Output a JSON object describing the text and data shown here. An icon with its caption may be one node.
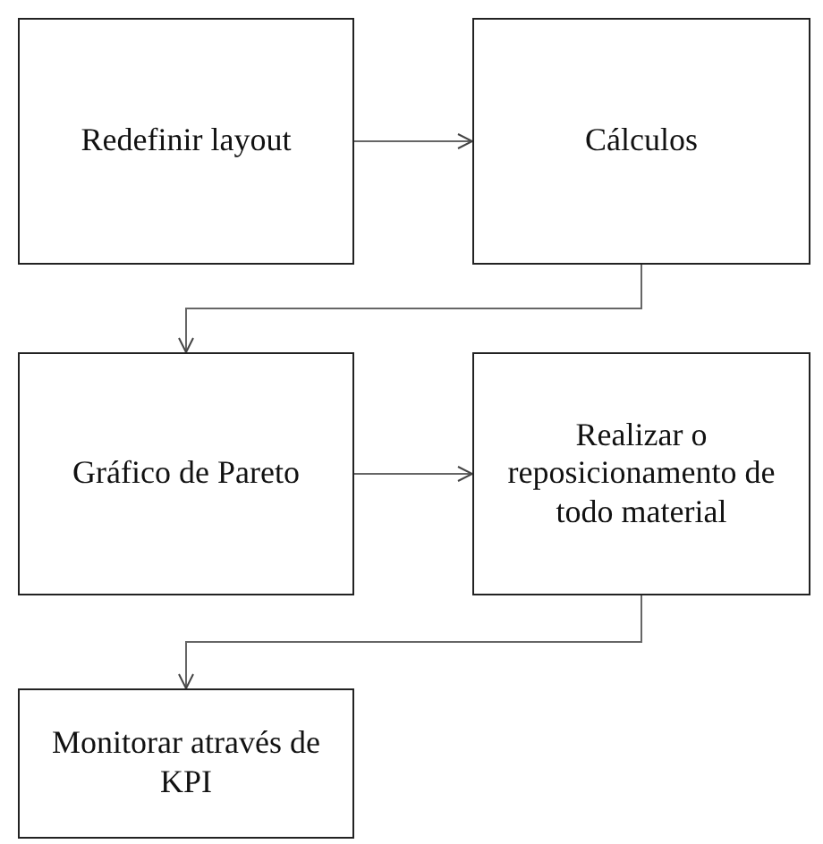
{
  "diagram": {
    "nodes": [
      {
        "text": [
          "Redefinir layout"
        ]
      },
      {
        "text": [
          "Cálculos"
        ]
      },
      {
        "text": [
          "Gráfico de Pareto"
        ]
      },
      {
        "text": [
          "Realizar o reposicionamento de todo material"
        ]
      },
      {
        "text": [
          "Monitorar através de KPI"
        ]
      }
    ],
    "edges": [
      {
        "from": 0,
        "to": 1,
        "arrow": "to"
      },
      {
        "from": 1,
        "to": 2,
        "arrow": "to"
      },
      {
        "from": 2,
        "to": 3,
        "arrow": "to"
      },
      {
        "from": 3,
        "to": 4,
        "arrow": "to"
      }
    ]
  }
}
